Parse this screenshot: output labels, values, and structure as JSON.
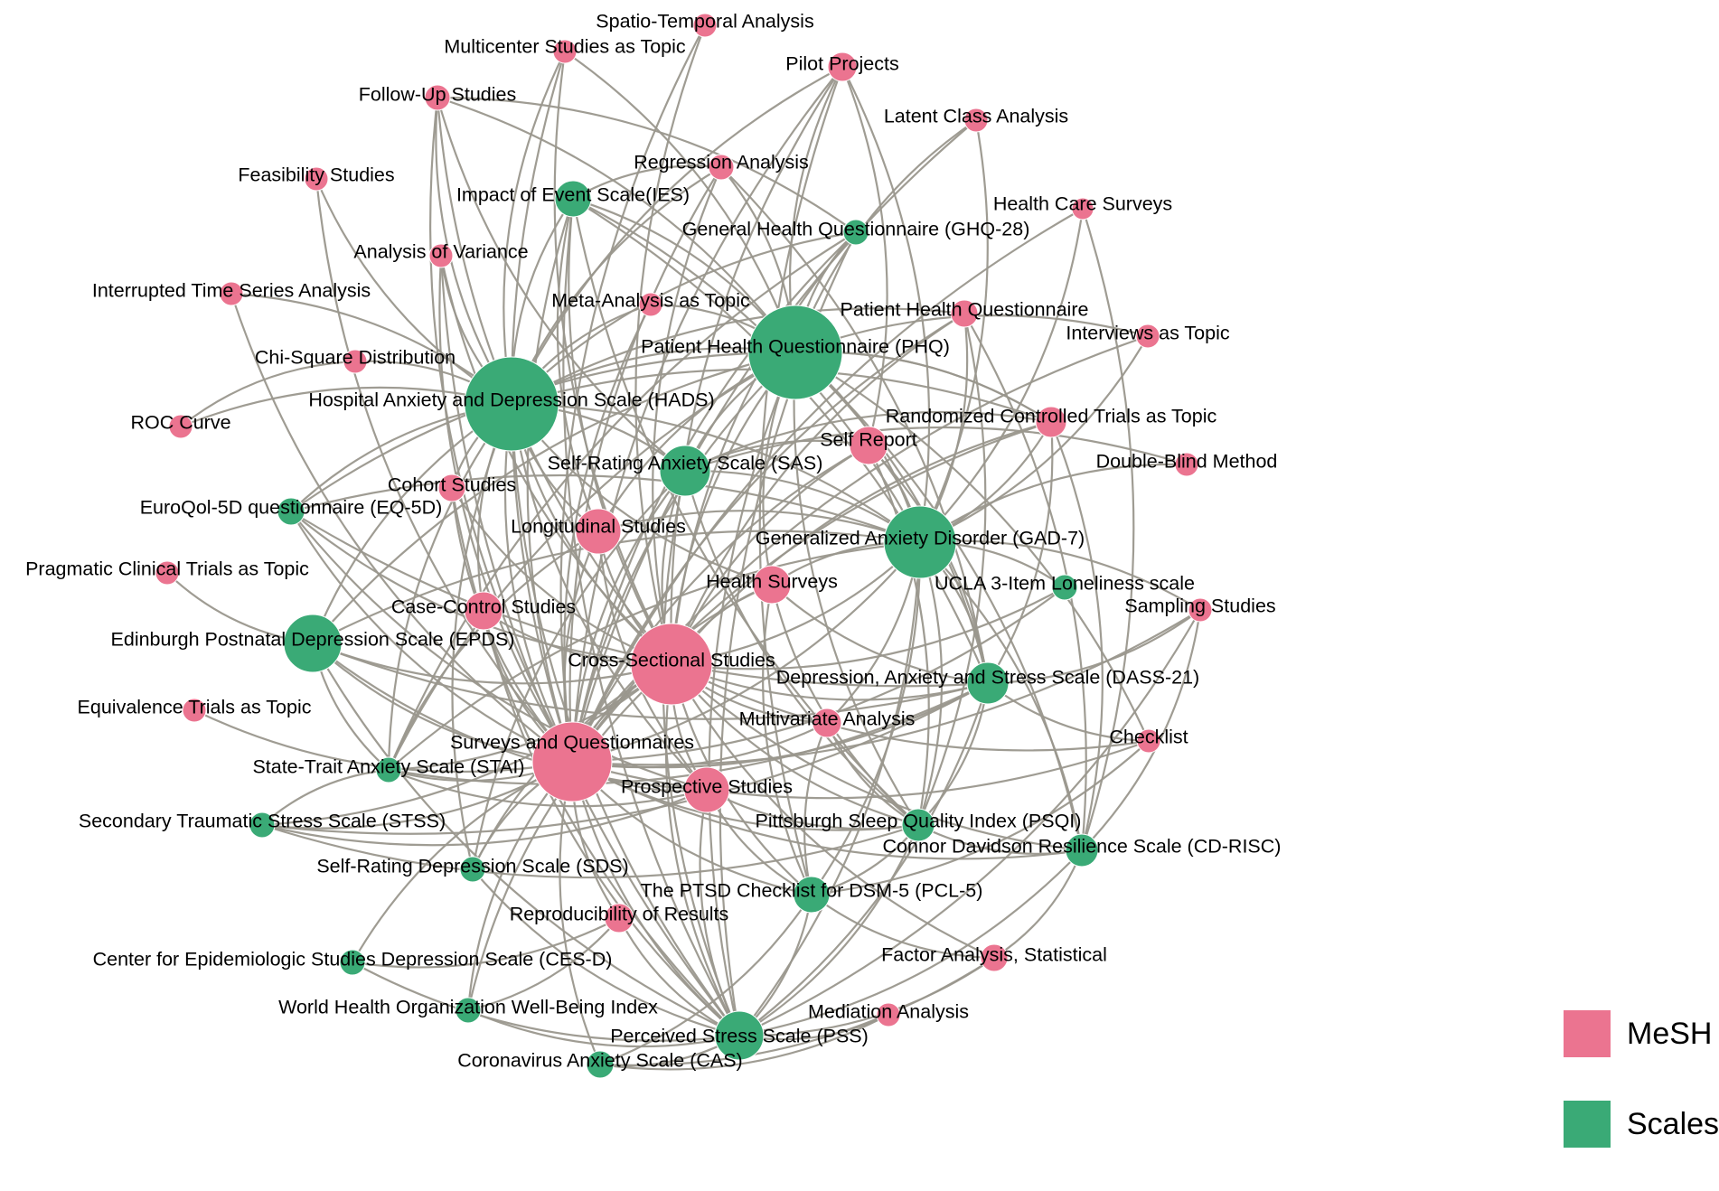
{
  "colors": {
    "mesh": "#eb7490",
    "scales": "#3aaa76",
    "edge": "#9a978d"
  },
  "legend": [
    {
      "label": "MeSH",
      "color": "#eb7490"
    },
    {
      "label": "Scales",
      "color": "#3aaa76"
    }
  ],
  "nodes": [
    {
      "id": "spatio",
      "label": "Spatio-Temporal Analysis",
      "type": "mesh"
    },
    {
      "id": "multicenter",
      "label": "Multicenter Studies as Topic",
      "type": "mesh"
    },
    {
      "id": "pilot",
      "label": "Pilot Projects",
      "type": "mesh"
    },
    {
      "id": "followup",
      "label": "Follow-Up Studies",
      "type": "mesh"
    },
    {
      "id": "latent",
      "label": "Latent Class Analysis",
      "type": "mesh"
    },
    {
      "id": "regression",
      "label": "Regression Analysis",
      "type": "mesh"
    },
    {
      "id": "feasibility",
      "label": "Feasibility Studies",
      "type": "mesh"
    },
    {
      "id": "ies",
      "label": "Impact of Event Scale(IES)",
      "type": "scales"
    },
    {
      "id": "hcs",
      "label": "Health Care Surveys",
      "type": "mesh"
    },
    {
      "id": "ghq",
      "label": "General Health Questionnaire (GHQ-28)",
      "type": "scales"
    },
    {
      "id": "anova",
      "label": "Analysis of Variance",
      "type": "mesh"
    },
    {
      "id": "its",
      "label": "Interrupted Time Series Analysis",
      "type": "mesh"
    },
    {
      "id": "meta",
      "label": "Meta-Analysis as Topic",
      "type": "mesh"
    },
    {
      "id": "phqmesh",
      "label": "Patient Health Questionnaire",
      "type": "mesh"
    },
    {
      "id": "interviews",
      "label": "Interviews as Topic",
      "type": "mesh"
    },
    {
      "id": "phq",
      "label": "Patient Health Questionnaire (PHQ)",
      "type": "scales"
    },
    {
      "id": "chisq",
      "label": "Chi-Square Distribution",
      "type": "mesh"
    },
    {
      "id": "hads",
      "label": "Hospital Anxiety and Depression Scale (HADS)",
      "type": "scales"
    },
    {
      "id": "rct",
      "label": "Randomized Controlled Trials as Topic",
      "type": "mesh"
    },
    {
      "id": "roc",
      "label": "ROC Curve",
      "type": "mesh"
    },
    {
      "id": "selfreport",
      "label": "Self Report",
      "type": "mesh"
    },
    {
      "id": "doubleblind",
      "label": "Double-Blind Method",
      "type": "mesh"
    },
    {
      "id": "sas",
      "label": "Self-Rating Anxiety Scale (SAS)",
      "type": "scales"
    },
    {
      "id": "cohort",
      "label": "Cohort Studies",
      "type": "mesh"
    },
    {
      "id": "eq5d",
      "label": "EuroQol-5D questionnaire (EQ-5D)",
      "type": "scales"
    },
    {
      "id": "longitudinal",
      "label": "Longitudinal Studies",
      "type": "mesh"
    },
    {
      "id": "gad7",
      "label": "Generalized Anxiety Disorder (GAD-7)",
      "type": "scales"
    },
    {
      "id": "pragmatic",
      "label": "Pragmatic Clinical Trials as Topic",
      "type": "mesh"
    },
    {
      "id": "healthsurveys",
      "label": "Health Surveys",
      "type": "mesh"
    },
    {
      "id": "ucla",
      "label": "UCLA 3-Item Loneliness scale",
      "type": "scales"
    },
    {
      "id": "casecontrol",
      "label": "Case-Control Studies",
      "type": "mesh"
    },
    {
      "id": "sampling",
      "label": "Sampling Studies",
      "type": "mesh"
    },
    {
      "id": "epds",
      "label": "Edinburgh Postnatal Depression Scale (EPDS)",
      "type": "scales"
    },
    {
      "id": "crosssectional",
      "label": "Cross-Sectional Studies",
      "type": "mesh"
    },
    {
      "id": "dass",
      "label": "Depression, Anxiety and Stress Scale (DASS-21)",
      "type": "scales"
    },
    {
      "id": "equivalence",
      "label": "Equivalence Trials as Topic",
      "type": "mesh"
    },
    {
      "id": "multivariate",
      "label": "Multivariate Analysis",
      "type": "mesh"
    },
    {
      "id": "checklist",
      "label": "Checklist",
      "type": "mesh"
    },
    {
      "id": "surveys",
      "label": "Surveys and Questionnaires",
      "type": "mesh"
    },
    {
      "id": "stai",
      "label": "State-Trait Anxiety Scale (STAI)",
      "type": "scales"
    },
    {
      "id": "prospective",
      "label": "Prospective Studies",
      "type": "mesh"
    },
    {
      "id": "stss",
      "label": "Secondary Traumatic Stress Scale (STSS)",
      "type": "scales"
    },
    {
      "id": "psqi",
      "label": "Pittsburgh Sleep Quality Index (PSQI)",
      "type": "scales"
    },
    {
      "id": "cdrisc",
      "label": "Connor Davidson Resilience Scale (CD-RISC)",
      "type": "scales"
    },
    {
      "id": "sds",
      "label": "Self-Rating Depression Scale (SDS)",
      "type": "scales"
    },
    {
      "id": "pcl5",
      "label": "The PTSD Checklist for DSM-5 (PCL-5)",
      "type": "scales"
    },
    {
      "id": "reproducibility",
      "label": "Reproducibility of Results",
      "type": "mesh"
    },
    {
      "id": "cesd",
      "label": "Center for Epidemiologic Studies Depression Scale (CES-D)",
      "type": "scales"
    },
    {
      "id": "factor",
      "label": "Factor Analysis, Statistical",
      "type": "mesh"
    },
    {
      "id": "who5",
      "label": "World Health Organization Well-Being Index",
      "type": "scales"
    },
    {
      "id": "mediation",
      "label": "Mediation Analysis",
      "type": "mesh"
    },
    {
      "id": "pss",
      "label": "Perceived Stress Scale (PSS)",
      "type": "scales"
    },
    {
      "id": "cas",
      "label": "Coronavirus Anxiety Scale (CAS)",
      "type": "scales"
    }
  ],
  "edges": [
    [
      "spatio",
      "crosssectional"
    ],
    [
      "spatio",
      "surveys"
    ],
    [
      "multicenter",
      "hads"
    ],
    [
      "multicenter",
      "crosssectional"
    ],
    [
      "multicenter",
      "surveys"
    ],
    [
      "multicenter",
      "phq"
    ],
    [
      "pilot",
      "phq"
    ],
    [
      "pilot",
      "hads"
    ],
    [
      "pilot",
      "crosssectional"
    ],
    [
      "pilot",
      "surveys"
    ],
    [
      "pilot",
      "gad7"
    ],
    [
      "pilot",
      "pcl5"
    ],
    [
      "pilot",
      "selfreport"
    ],
    [
      "followup",
      "hads"
    ],
    [
      "followup",
      "phq"
    ],
    [
      "followup",
      "crosssectional"
    ],
    [
      "followup",
      "surveys"
    ],
    [
      "followup",
      "sas"
    ],
    [
      "followup",
      "ghq"
    ],
    [
      "latent",
      "phq"
    ],
    [
      "latent",
      "gad7"
    ],
    [
      "latent",
      "surveys"
    ],
    [
      "regression",
      "phq"
    ],
    [
      "regression",
      "hads"
    ],
    [
      "regression",
      "crosssectional"
    ],
    [
      "regression",
      "surveys"
    ],
    [
      "regression",
      "ies"
    ],
    [
      "regression",
      "dass"
    ],
    [
      "feasibility",
      "hads"
    ],
    [
      "feasibility",
      "surveys"
    ],
    [
      "ies",
      "phq"
    ],
    [
      "ies",
      "hads"
    ],
    [
      "ies",
      "crosssectional"
    ],
    [
      "ies",
      "surveys"
    ],
    [
      "ies",
      "gad7"
    ],
    [
      "ies",
      "pss"
    ],
    [
      "ies",
      "longitudinal"
    ],
    [
      "ies",
      "dass"
    ],
    [
      "ies",
      "psqi"
    ],
    [
      "hcs",
      "surveys"
    ],
    [
      "hcs",
      "gad7"
    ],
    [
      "hcs",
      "cdrisc"
    ],
    [
      "ghq",
      "hads"
    ],
    [
      "ghq",
      "crosssectional"
    ],
    [
      "ghq",
      "surveys"
    ],
    [
      "ghq",
      "phq"
    ],
    [
      "ghq",
      "pss"
    ],
    [
      "ghq",
      "stai"
    ],
    [
      "anova",
      "hads"
    ],
    [
      "anova",
      "surveys"
    ],
    [
      "anova",
      "crosssectional"
    ],
    [
      "anova",
      "pss"
    ],
    [
      "its",
      "hads"
    ],
    [
      "its",
      "surveys"
    ],
    [
      "meta",
      "hads"
    ],
    [
      "meta",
      "phq"
    ],
    [
      "meta",
      "surveys"
    ],
    [
      "phqmesh",
      "gad7"
    ],
    [
      "phqmesh",
      "surveys"
    ],
    [
      "phqmesh",
      "crosssectional"
    ],
    [
      "phqmesh",
      "psqi"
    ],
    [
      "phqmesh",
      "cdrisc"
    ],
    [
      "phqmesh",
      "hads"
    ],
    [
      "interviews",
      "surveys"
    ],
    [
      "interviews",
      "gad7"
    ],
    [
      "interviews",
      "phq"
    ],
    [
      "phq",
      "gad7"
    ],
    [
      "phq",
      "hads"
    ],
    [
      "phq",
      "crosssectional"
    ],
    [
      "phq",
      "surveys"
    ],
    [
      "phq",
      "dass"
    ],
    [
      "phq",
      "pss"
    ],
    [
      "phq",
      "psqi"
    ],
    [
      "phq",
      "sas"
    ],
    [
      "phq",
      "longitudinal"
    ],
    [
      "phq",
      "cdrisc"
    ],
    [
      "phq",
      "rct"
    ],
    [
      "phq",
      "healthsurveys"
    ],
    [
      "phq",
      "checklist"
    ],
    [
      "phq",
      "epds"
    ],
    [
      "phq",
      "stai"
    ],
    [
      "chisq",
      "hads"
    ],
    [
      "chisq",
      "roc"
    ],
    [
      "hads",
      "crosssectional"
    ],
    [
      "hads",
      "surveys"
    ],
    [
      "hads",
      "gad7"
    ],
    [
      "hads",
      "sas"
    ],
    [
      "hads",
      "prospective"
    ],
    [
      "hads",
      "cohort"
    ],
    [
      "hads",
      "longitudinal"
    ],
    [
      "hads",
      "casecontrol"
    ],
    [
      "hads",
      "epds"
    ],
    [
      "hads",
      "stai"
    ],
    [
      "hads",
      "pss"
    ],
    [
      "hads",
      "sds"
    ],
    [
      "hads",
      "eq5d"
    ],
    [
      "hads",
      "rct"
    ],
    [
      "hads",
      "healthsurveys"
    ],
    [
      "rct",
      "gad7"
    ],
    [
      "rct",
      "surveys"
    ],
    [
      "rct",
      "crosssectional"
    ],
    [
      "rct",
      "cdrisc"
    ],
    [
      "rct",
      "dass"
    ],
    [
      "rct",
      "phq"
    ],
    [
      "rct",
      "sas"
    ],
    [
      "roc",
      "hads"
    ],
    [
      "selfreport",
      "gad7"
    ],
    [
      "selfreport",
      "surveys"
    ],
    [
      "selfreport",
      "crosssectional"
    ],
    [
      "selfreport",
      "psqi"
    ],
    [
      "selfreport",
      "dass"
    ],
    [
      "selfreport",
      "sas"
    ],
    [
      "doubleblind",
      "gad7"
    ],
    [
      "doubleblind",
      "sas"
    ],
    [
      "sas",
      "crosssectional"
    ],
    [
      "sas",
      "surveys"
    ],
    [
      "sas",
      "sds"
    ],
    [
      "sas",
      "gad7"
    ],
    [
      "sas",
      "psqi"
    ],
    [
      "sas",
      "pss"
    ],
    [
      "cohort",
      "surveys"
    ],
    [
      "cohort",
      "crosssectional"
    ],
    [
      "cohort",
      "pss"
    ],
    [
      "eq5d",
      "crosssectional"
    ],
    [
      "eq5d",
      "surveys"
    ],
    [
      "eq5d",
      "gad7"
    ],
    [
      "eq5d",
      "phq"
    ],
    [
      "eq5d",
      "dass"
    ],
    [
      "eq5d",
      "prospective"
    ],
    [
      "longitudinal",
      "crosssectional"
    ],
    [
      "longitudinal",
      "surveys"
    ],
    [
      "longitudinal",
      "gad7"
    ],
    [
      "longitudinal",
      "stai"
    ],
    [
      "longitudinal",
      "prospective"
    ],
    [
      "gad7",
      "crosssectional"
    ],
    [
      "gad7",
      "surveys"
    ],
    [
      "gad7",
      "dass"
    ],
    [
      "gad7",
      "psqi"
    ],
    [
      "gad7",
      "pss"
    ],
    [
      "gad7",
      "cdrisc"
    ],
    [
      "gad7",
      "pcl5"
    ],
    [
      "gad7",
      "healthsurveys"
    ],
    [
      "gad7",
      "ucla"
    ],
    [
      "gad7",
      "sampling"
    ],
    [
      "gad7",
      "epds"
    ],
    [
      "gad7",
      "multivariate"
    ],
    [
      "gad7",
      "stai"
    ],
    [
      "pragmatic",
      "epds"
    ],
    [
      "healthsurveys",
      "crosssectional"
    ],
    [
      "healthsurveys",
      "surveys"
    ],
    [
      "healthsurveys",
      "psqi"
    ],
    [
      "healthsurveys",
      "pcl5"
    ],
    [
      "healthsurveys",
      "dass"
    ],
    [
      "ucla",
      "crosssectional"
    ],
    [
      "ucla",
      "surveys"
    ],
    [
      "casecontrol",
      "crosssectional"
    ],
    [
      "casecontrol",
      "surveys"
    ],
    [
      "casecontrol",
      "pss"
    ],
    [
      "sampling",
      "dass"
    ],
    [
      "sampling",
      "pss"
    ],
    [
      "sampling",
      "cdrisc"
    ],
    [
      "sampling",
      "surveys"
    ],
    [
      "epds",
      "crosssectional"
    ],
    [
      "epds",
      "surveys"
    ],
    [
      "epds",
      "dass"
    ],
    [
      "epds",
      "stai"
    ],
    [
      "epds",
      "pss"
    ],
    [
      "epds",
      "prospective"
    ],
    [
      "crosssectional",
      "surveys"
    ],
    [
      "crosssectional",
      "dass"
    ],
    [
      "crosssectional",
      "psqi"
    ],
    [
      "crosssectional",
      "pss"
    ],
    [
      "crosssectional",
      "pcl5"
    ],
    [
      "crosssectional",
      "cdrisc"
    ],
    [
      "crosssectional",
      "stai"
    ],
    [
      "crosssectional",
      "stss"
    ],
    [
      "crosssectional",
      "sds"
    ],
    [
      "crosssectional",
      "multivariate"
    ],
    [
      "crosssectional",
      "prospective"
    ],
    [
      "crosssectional",
      "checklist"
    ],
    [
      "crosssectional",
      "factor"
    ],
    [
      "crosssectional",
      "who5"
    ],
    [
      "dass",
      "surveys"
    ],
    [
      "dass",
      "psqi"
    ],
    [
      "dass",
      "pss"
    ],
    [
      "dass",
      "checklist"
    ],
    [
      "dass",
      "stss"
    ],
    [
      "dass",
      "stai"
    ],
    [
      "equivalence",
      "surveys"
    ],
    [
      "multivariate",
      "surveys"
    ],
    [
      "multivariate",
      "psqi"
    ],
    [
      "multivariate",
      "pcl5"
    ],
    [
      "checklist",
      "pcl5"
    ],
    [
      "checklist",
      "surveys"
    ],
    [
      "surveys",
      "stai"
    ],
    [
      "surveys",
      "prospective"
    ],
    [
      "surveys",
      "stss"
    ],
    [
      "surveys",
      "sds"
    ],
    [
      "surveys",
      "pss"
    ],
    [
      "surveys",
      "cesd"
    ],
    [
      "surveys",
      "who5"
    ],
    [
      "surveys",
      "cas"
    ],
    [
      "surveys",
      "pcl5"
    ],
    [
      "surveys",
      "reproducibility"
    ],
    [
      "surveys",
      "psqi"
    ],
    [
      "surveys",
      "cdrisc"
    ],
    [
      "stai",
      "prospective"
    ],
    [
      "stai",
      "stss"
    ],
    [
      "prospective",
      "psqi"
    ],
    [
      "prospective",
      "pcl5"
    ],
    [
      "prospective",
      "pss"
    ],
    [
      "prospective",
      "stss"
    ],
    [
      "stss",
      "psqi"
    ],
    [
      "psqi",
      "cdrisc"
    ],
    [
      "psqi",
      "pss"
    ],
    [
      "psqi",
      "pcl5"
    ],
    [
      "cdrisc",
      "pss"
    ],
    [
      "cdrisc",
      "factor"
    ],
    [
      "sds",
      "pss"
    ],
    [
      "pcl5",
      "pss"
    ],
    [
      "pcl5",
      "factor"
    ],
    [
      "pcl5",
      "cas"
    ],
    [
      "reproducibility",
      "pss"
    ],
    [
      "reproducibility",
      "cesd"
    ],
    [
      "reproducibility",
      "who5"
    ],
    [
      "cesd",
      "pss"
    ],
    [
      "factor",
      "pss"
    ],
    [
      "factor",
      "cas"
    ],
    [
      "who5",
      "pss"
    ],
    [
      "mediation",
      "pss"
    ],
    [
      "mediation",
      "cas"
    ],
    [
      "pss",
      "cas"
    ]
  ]
}
